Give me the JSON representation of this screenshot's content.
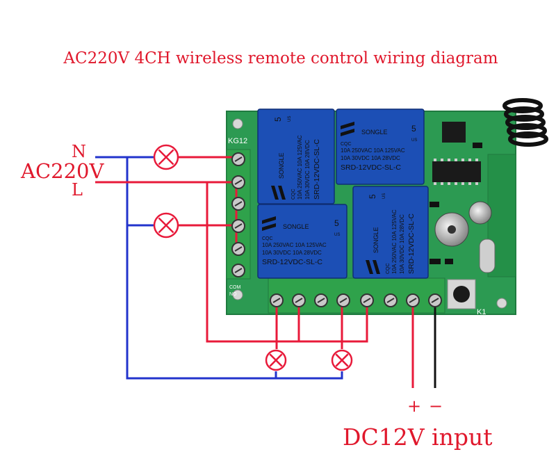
{
  "title": "AC220V 4CH wireless remote control wiring diagram",
  "labels": {
    "n": "N",
    "l": "L",
    "ac": "AC220V",
    "plus": "+",
    "minus": "−",
    "dc": "DC12V input"
  },
  "board": {
    "model_mark": "KG12",
    "com_mark": "COM",
    "no_mark": "NO",
    "button_label": "K1"
  },
  "relay": {
    "brand": "SONGLE",
    "mark": "5",
    "us": "US",
    "cqc": "CQC",
    "rating_line1": "10A 250VAC  10A 125VAC",
    "rating_line2": "10A  30VDC  10A  28VDC",
    "model": "SRD-12VDC-SL-C"
  },
  "colors": {
    "title": "#e0182c",
    "live_wire": "#e81a3a",
    "neutral_wire": "#2233cc",
    "dc_negative": "#111111",
    "pcb": "#2c9a52",
    "relay": "#1c4fb5",
    "terminal": "#2fa24b"
  }
}
